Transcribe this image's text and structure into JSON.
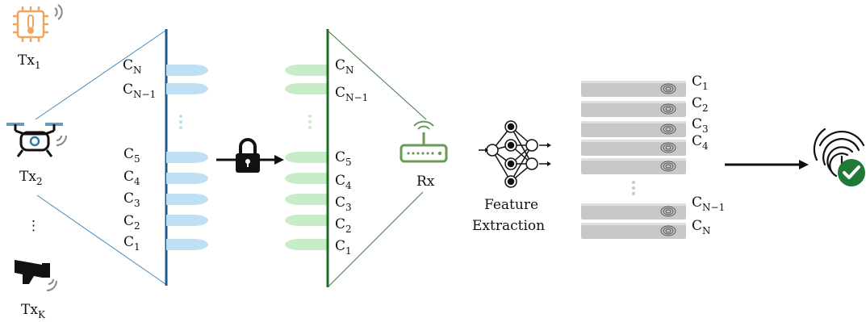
{
  "transmitters": [
    {
      "base": "Tx",
      "sub": "1",
      "icon": "iot-chip-thermometer-icon"
    },
    {
      "base": "Tx",
      "sub": "2",
      "icon": "drone-icon"
    },
    {
      "base": "Tx",
      "sub": "K",
      "icon": "security-camera-icon"
    }
  ],
  "tx_ellipsis": "⋮",
  "channels_top": [
    {
      "base": "C",
      "sub": "N"
    },
    {
      "base": "C",
      "sub": "N−1"
    }
  ],
  "channels_bottom": [
    {
      "base": "C",
      "sub": "5"
    },
    {
      "base": "C",
      "sub": "4"
    },
    {
      "base": "C",
      "sub": "3"
    },
    {
      "base": "C",
      "sub": "2"
    },
    {
      "base": "C",
      "sub": "1"
    }
  ],
  "receiver_label": "Rx",
  "feature_extraction": {
    "line1": "Feature",
    "line2": "Extraction"
  },
  "fingerprint_rows_top": [
    {
      "base": "C",
      "sub": "1"
    },
    {
      "base": "C",
      "sub": "2"
    },
    {
      "base": "C",
      "sub": "3"
    },
    {
      "base": "C",
      "sub": "4"
    }
  ],
  "fingerprint_rows_bottom": [
    {
      "base": "C",
      "sub": "N−1"
    },
    {
      "base": "C",
      "sub": "N"
    }
  ],
  "colors": {
    "tx_panel": "#1f5b8c",
    "rx_panel": "#1e6b2a",
    "tx_lobe": "#bfe0f3",
    "rx_lobe": "#c8ecc8",
    "chip": "#f0a460",
    "router": "#6a9a5a",
    "verified": "#1e7a34",
    "row_fill": "#c8c8c8"
  }
}
